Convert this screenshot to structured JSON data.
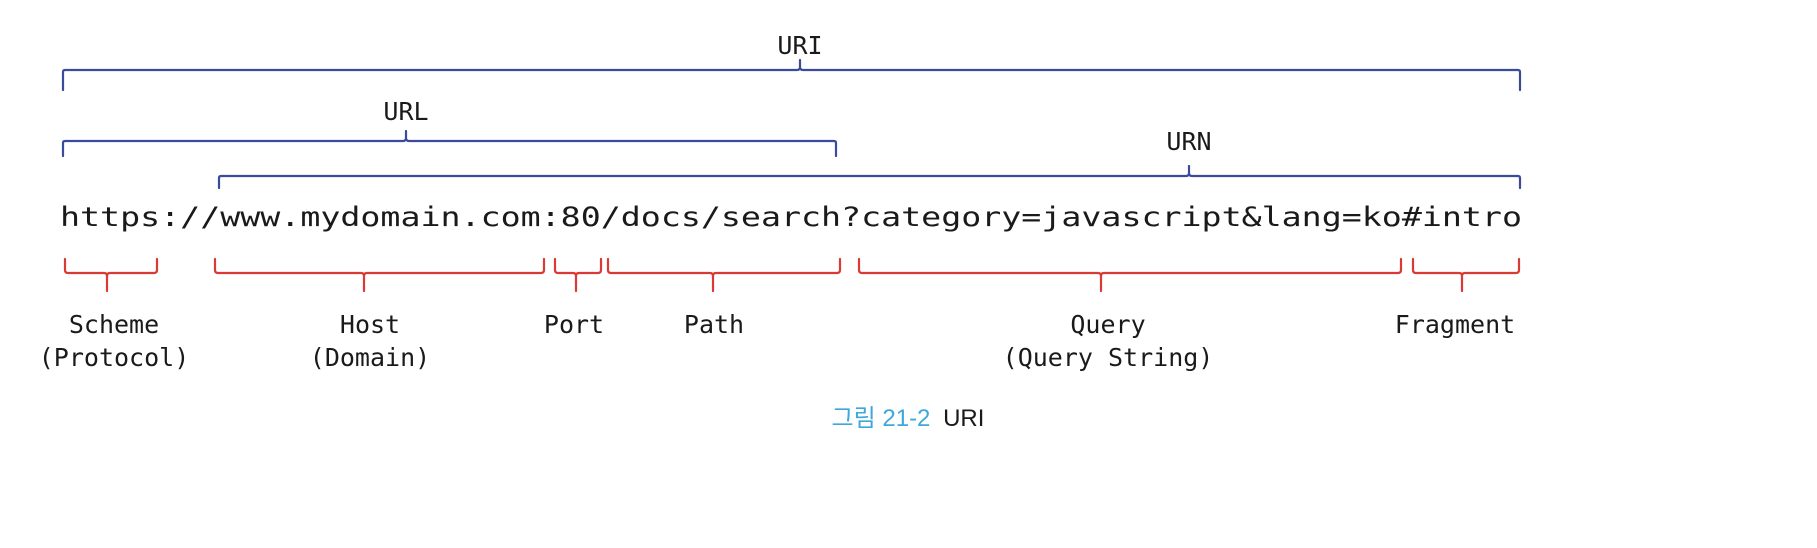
{
  "diagram": {
    "url_text": "https://www.mydomain.com:80/docs/search?category=javascript&lang=ko#intro",
    "upper_labels": {
      "uri": "URI",
      "url": "URL",
      "urn": "URN"
    },
    "components": [
      {
        "line1": "Scheme",
        "line2": "(Protocol)"
      },
      {
        "line1": "Host",
        "line2": "(Domain)"
      },
      {
        "line1": "Port",
        "line2": ""
      },
      {
        "line1": "Path",
        "line2": ""
      },
      {
        "line1": "Query",
        "line2": "(Query String)"
      },
      {
        "line1": "Fragment",
        "line2": ""
      }
    ],
    "colors": {
      "upper_bracket": "#3a4a9c",
      "lower_bracket": "#d93a35",
      "text": "#1a1a1a",
      "caption_accent": "#3ea7dc"
    }
  },
  "caption": {
    "label": "그림 21-2",
    "title": "URI"
  }
}
